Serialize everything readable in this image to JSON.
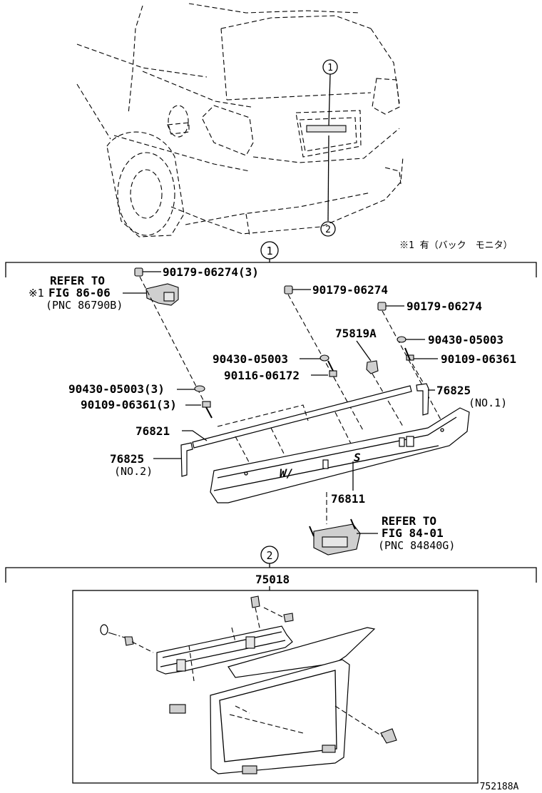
{
  "note": "※1 有（バック　モニタ）",
  "circled": {
    "one": "1",
    "two": "2"
  },
  "section1": {
    "refer_top": {
      "l1": "REFER TO",
      "mark": "※1",
      "l2": "FIG 86-06",
      "l3": "(PNC 86790B)"
    },
    "refer_bottom": {
      "l1": "REFER TO",
      "l2": "FIG 84-01",
      "l3": "(PNC 84840G)"
    },
    "parts": {
      "p90179_3": "90179-06274(3)",
      "p90179_a": "90179-06274",
      "p90179_b": "90179-06274",
      "p75819a": "75819A",
      "p90430_r": "90430-05003",
      "p90109_r": "90109-06361",
      "p90430_c": "90430-05003",
      "p90116": "90116-06172",
      "p90430_3": "90430-05003(3)",
      "p90109_3": "90109-06361(3)",
      "p76825_1": "76825",
      "p76825_1_no": "(NO.1)",
      "p76821": "76821",
      "p76825_2": "76825",
      "p76825_2_no": "(NO.2)",
      "p76811": "76811"
    }
  },
  "section2": {
    "part": "75018"
  },
  "figure_id": "752188A"
}
